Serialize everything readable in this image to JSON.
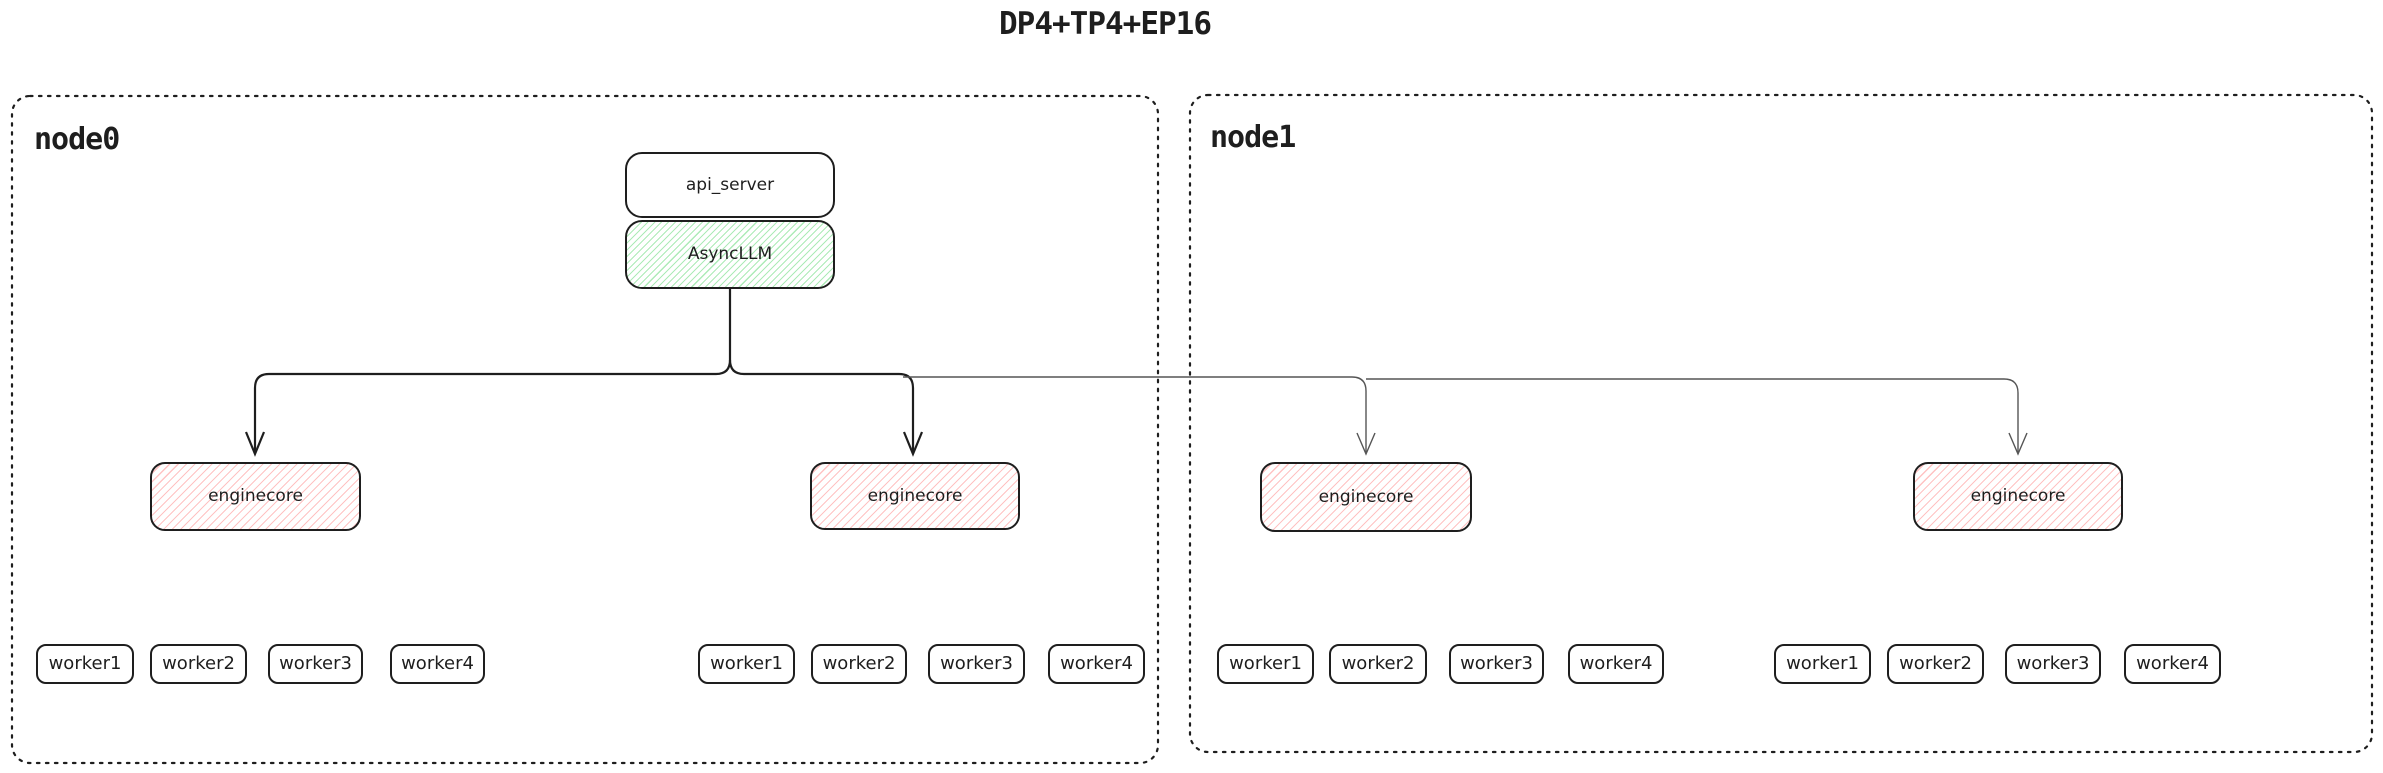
{
  "title": "DP4+TP4+EP16",
  "colors": {
    "ink": "#1e1e1e",
    "green_hatch": "#b2f2bb",
    "red_hatch": "#ffc9c9",
    "secondary_line": "#555555",
    "background": "#ffffff"
  },
  "nodes": [
    {
      "label": "node0",
      "api_server": "api_server",
      "async_llm": "AsyncLLM",
      "enginecores": [
        "enginecore",
        "enginecore"
      ],
      "worker_groups": [
        [
          "worker1",
          "worker2",
          "worker3",
          "worker4"
        ],
        [
          "worker1",
          "worker2",
          "worker3",
          "worker4"
        ]
      ]
    },
    {
      "label": "node1",
      "enginecores": [
        "enginecore",
        "enginecore"
      ],
      "worker_groups": [
        [
          "worker1",
          "worker2",
          "worker3",
          "worker4"
        ],
        [
          "worker1",
          "worker2",
          "worker3",
          "worker4"
        ]
      ]
    }
  ]
}
